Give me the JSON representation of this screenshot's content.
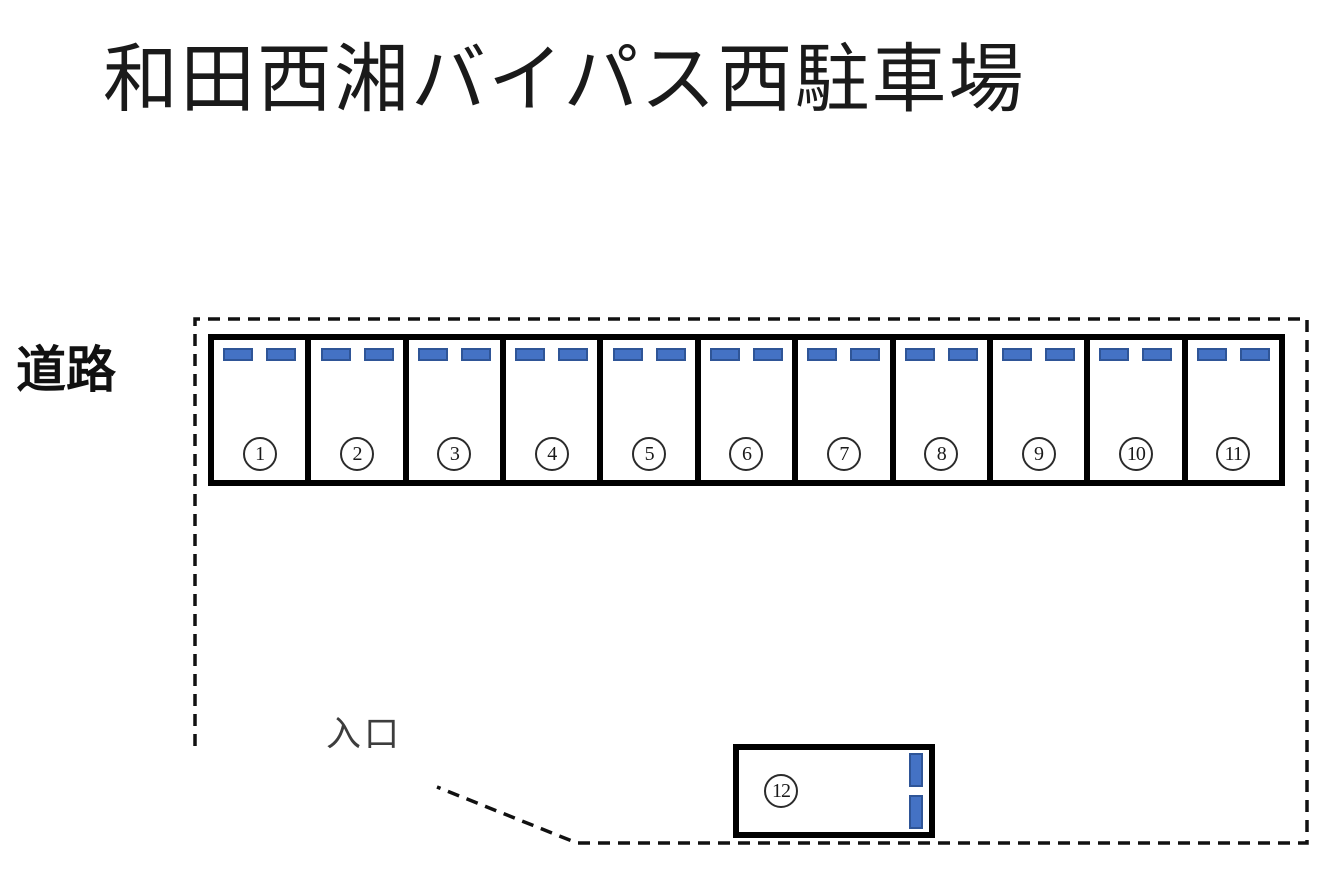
{
  "page": {
    "title": "和田西湘バイパス西駐車場"
  },
  "labels": {
    "road": "道路",
    "entrance": "入口"
  },
  "colors": {
    "outline": "#000000",
    "wheel_stop_fill": "#4472C4",
    "wheel_stop_border": "#2F5597"
  },
  "parking_row": {
    "spaces": [
      {
        "number": "1"
      },
      {
        "number": "2"
      },
      {
        "number": "3"
      },
      {
        "number": "4"
      },
      {
        "number": "5"
      },
      {
        "number": "6"
      },
      {
        "number": "7"
      },
      {
        "number": "8"
      },
      {
        "number": "9"
      },
      {
        "number": "10"
      },
      {
        "number": "11"
      }
    ]
  },
  "detached_space": {
    "number": "12"
  }
}
